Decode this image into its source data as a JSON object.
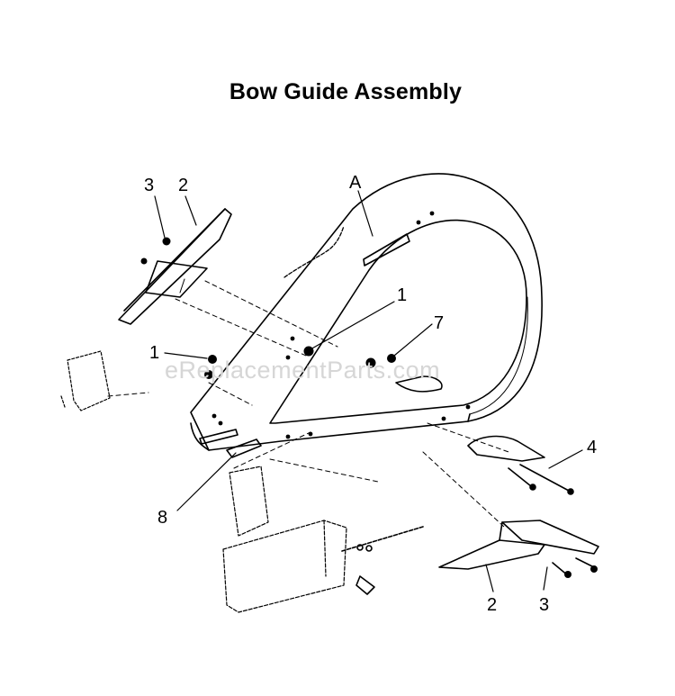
{
  "page": {
    "title": "Bow Guide Assembly",
    "watermark": "eReplacementParts.com"
  },
  "callouts": [
    {
      "id": "callout-3-top",
      "label": "3"
    },
    {
      "id": "callout-2-top",
      "label": "2"
    },
    {
      "id": "callout-a",
      "label": "A"
    },
    {
      "id": "callout-1-right",
      "label": "1"
    },
    {
      "id": "callout-1-left",
      "label": "1"
    },
    {
      "id": "callout-7",
      "label": "7"
    },
    {
      "id": "callout-4",
      "label": "4"
    },
    {
      "id": "callout-8",
      "label": "8"
    },
    {
      "id": "callout-2-bottom",
      "label": "2"
    },
    {
      "id": "callout-3-bottom",
      "label": "3"
    }
  ],
  "colors": {
    "line": "#000000",
    "watermark": "#d6d6d6",
    "background": "#ffffff"
  }
}
